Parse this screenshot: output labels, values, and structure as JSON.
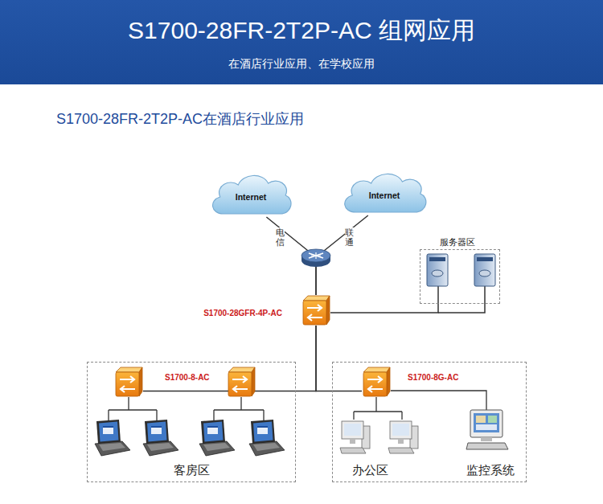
{
  "diagram": {
    "title": "S1700-28FR-2T2P-AC 组网应用",
    "nodes": [
      {
        "text": [
          "Internet"
        ]
      },
      {
        "text": [
          "Internet"
        ]
      },
      {
        "text": [
          "服务器区"
        ]
      },
      {
        "text": [
          "S1700-28GFR-4P-AC"
        ]
      },
      {
        "text": [
          "客房区"
        ]
      },
      {
        "text": [
          "S1700-8-AC"
        ],
        "in": 4
      },
      {
        "text": [
          "办公区",
          "监控系统"
        ]
      },
      {
        "text": [
          "S1700-8G-AC"
        ],
        "in": 6
      }
    ],
    "edges": [
      {
        "from": 0,
        "to": 3,
        "label": "电信",
        "arrow": "none"
      },
      {
        "from": 1,
        "to": 3,
        "label": "联通",
        "arrow": "none"
      },
      {
        "from": 3,
        "to": 2,
        "arrow": "none"
      },
      {
        "from": 3,
        "to": 5,
        "arrow": "none"
      },
      {
        "from": 3,
        "to": 7,
        "arrow": "none"
      }
    ],
    "labels": [
      "在酒店行业应用、在学校应用",
      "S1700-28FR-2T2P-AC在酒店行业应用"
    ]
  }
}
